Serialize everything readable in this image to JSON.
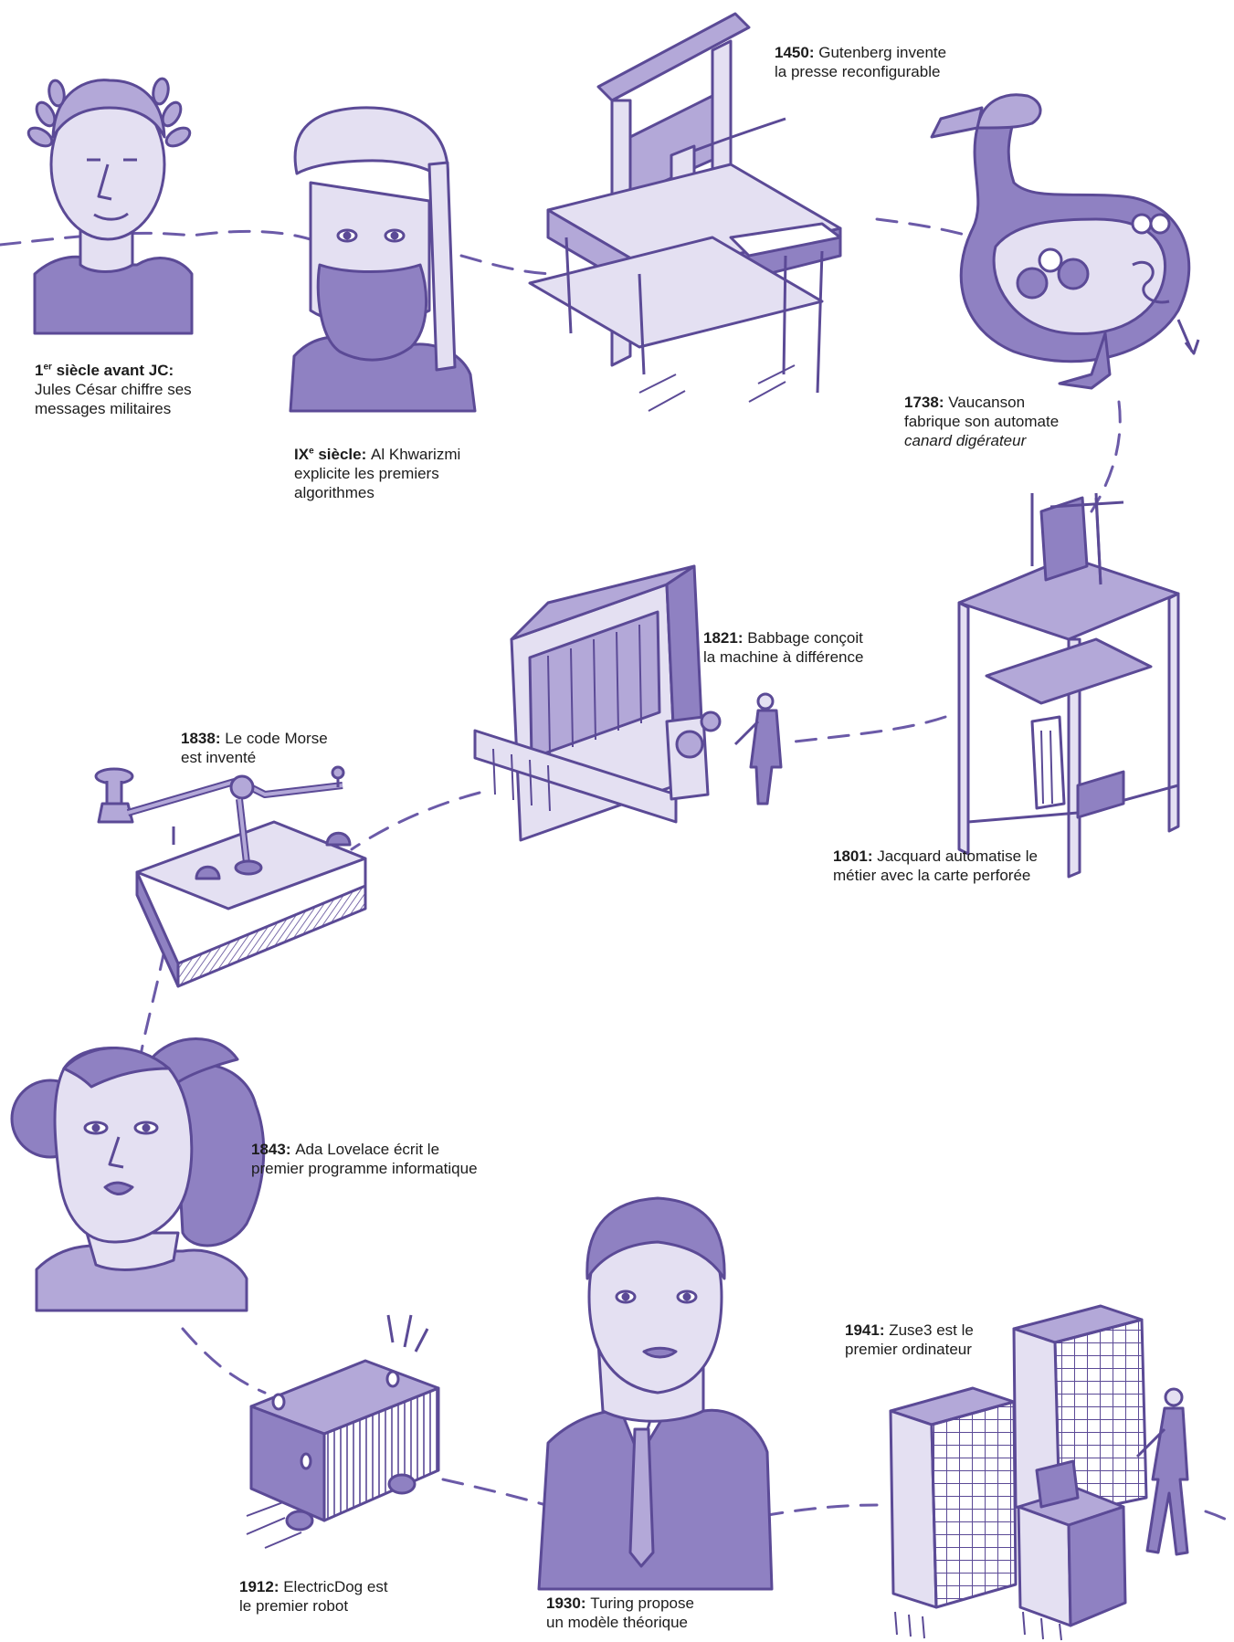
{
  "palette": {
    "outline": "#5b4a96",
    "fill_light": "#e4e0f2",
    "fill_mid": "#b3a8d8",
    "fill_dark": "#8f81c2",
    "text": "#1c1c1c"
  },
  "events": [
    {
      "id": "cesar",
      "year": "1",
      "year_sup": "er",
      "year_rest": " siècle avant JC",
      "sep": ":",
      "lines": [
        "Jules César chiffre ses",
        "messages militaires"
      ],
      "italic_line": "",
      "illustration": "julius-caesar-bust"
    },
    {
      "id": "khwarizmi",
      "year": "IX",
      "year_sup": "e",
      "year_rest": " siècle",
      "sep": ": ",
      "lines": [
        "Al Khwarizmi",
        "explicite les premiers",
        "algorithmes"
      ],
      "italic_line": "",
      "illustration": "al-khwarizmi-portrait"
    },
    {
      "id": "gutenberg",
      "year": "1450",
      "year_sup": "",
      "year_rest": "",
      "sep": ": ",
      "lines": [
        "Gutenberg invente",
        "la presse reconfigurable"
      ],
      "italic_line": "",
      "illustration": "printing-press"
    },
    {
      "id": "vaucanson",
      "year": "1738",
      "year_sup": "",
      "year_rest": "",
      "sep": ": ",
      "lines": [
        "Vaucanson",
        "fabrique son automate"
      ],
      "italic_line": "canard digérateur",
      "illustration": "digesting-duck"
    },
    {
      "id": "jacquard",
      "year": "1801",
      "year_sup": "",
      "year_rest": "",
      "sep": ": ",
      "lines": [
        "Jacquard automatise le",
        "métier avec la carte perforée"
      ],
      "italic_line": "",
      "illustration": "jacquard-loom"
    },
    {
      "id": "babbage",
      "year": "1821",
      "year_sup": "",
      "year_rest": "",
      "sep": ": ",
      "lines": [
        "Babbage conçoit",
        "la machine à différence"
      ],
      "italic_line": "",
      "illustration": "difference-engine"
    },
    {
      "id": "morse",
      "year": "1838",
      "year_sup": "",
      "year_rest": "",
      "sep": ": ",
      "lines": [
        "Le code Morse",
        "est inventé"
      ],
      "italic_line": "",
      "illustration": "telegraph-key"
    },
    {
      "id": "lovelace",
      "year": "1843",
      "year_sup": "",
      "year_rest": "",
      "sep": ": ",
      "lines": [
        "Ada Lovelace écrit le",
        "premier programme informatique"
      ],
      "italic_line": "",
      "illustration": "ada-lovelace-portrait"
    },
    {
      "id": "electricdog",
      "year": "1912",
      "year_sup": "",
      "year_rest": "",
      "sep": ": ",
      "lines": [
        "ElectricDog est",
        "le premier robot"
      ],
      "italic_line": "",
      "illustration": "electric-dog-robot"
    },
    {
      "id": "turing",
      "year": "1930",
      "year_sup": "",
      "year_rest": "",
      "sep": ": ",
      "lines": [
        "Turing propose",
        "un modèle théorique"
      ],
      "italic_line": "",
      "illustration": "alan-turing-portrait"
    },
    {
      "id": "zuse",
      "year": "1941",
      "year_sup": "",
      "year_rest": "",
      "sep": ": ",
      "lines": [
        "Zuse3 est le",
        "premier ordinateur"
      ],
      "italic_line": "",
      "illustration": "zuse-z3-computer"
    }
  ]
}
